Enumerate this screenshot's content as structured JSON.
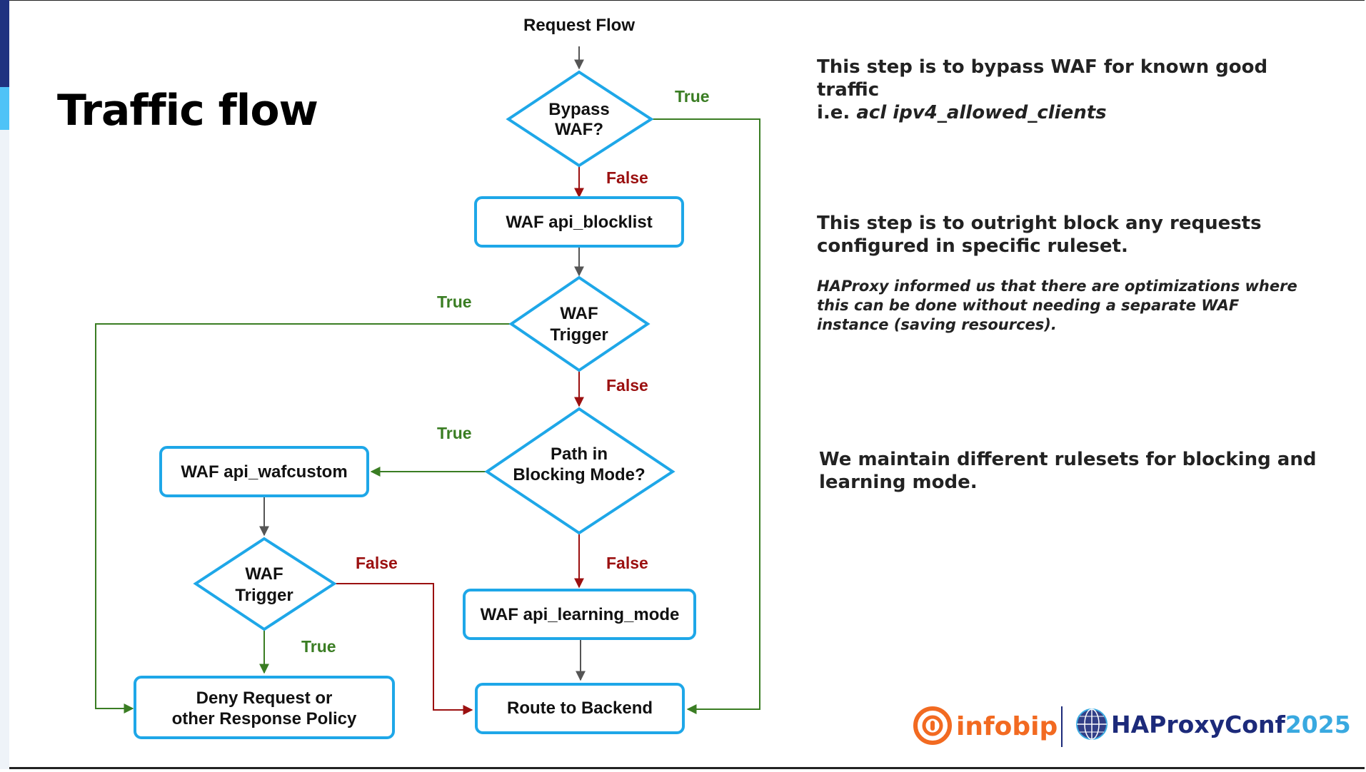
{
  "slide": {
    "title": "Traffic flow"
  },
  "colors": {
    "node_border": "#1ea7e8",
    "true_edge": "#3a7d23",
    "false_edge": "#9b1010",
    "neutral_edge": "#555555",
    "infobip_orange": "#f26a21",
    "haproxy_navy": "#1c2a7a",
    "haproxy_year": "#39a9e0"
  },
  "flow": {
    "start_label": "Request Flow",
    "nodes": {
      "bypass": {
        "line1": "Bypass",
        "line2": "WAF?"
      },
      "blocklist": {
        "text": "WAF api_blocklist"
      },
      "trigger1": {
        "line1": "WAF",
        "line2": "Trigger"
      },
      "path_mode": {
        "line1": "Path in",
        "line2": "Blocking Mode?"
      },
      "wafcustom": {
        "text": "WAF api_wafcustom"
      },
      "trigger2": {
        "line1": "WAF",
        "line2": "Trigger"
      },
      "learning": {
        "text": "WAF api_learning_mode"
      },
      "deny": {
        "line1": "Deny Request or",
        "line2": "other Response Policy"
      },
      "backend": {
        "text": "Route to Backend"
      }
    },
    "edge_labels": {
      "bypass_true": "True",
      "bypass_false": "False",
      "trigger1_true": "True",
      "trigger1_false": "False",
      "path_true": "True",
      "path_false": "False",
      "trigger2_false": "False",
      "trigger2_true": "True"
    }
  },
  "notes": {
    "bypass": {
      "line1": "This step is to bypass WAF for known good",
      "line2": "traffic",
      "line3_prefix": "i.e. ",
      "line3_code": "acl ipv4_allowed_clients"
    },
    "blocklist": {
      "line1": "This step is to outright block any requests",
      "line2": "configured in specific ruleset."
    },
    "haproxy_note": {
      "line1": "HAProxy informed us that there are optimizations where",
      "line2": "this can be done without needing a separate WAF",
      "line3": "instance (saving resources)."
    },
    "rulesets": {
      "line1": "We maintain different rulesets for blocking and",
      "line2": "learning mode."
    }
  },
  "footer": {
    "infobip": "infobip",
    "haproxy_name": "HAProxyConf",
    "haproxy_year": "2025"
  }
}
